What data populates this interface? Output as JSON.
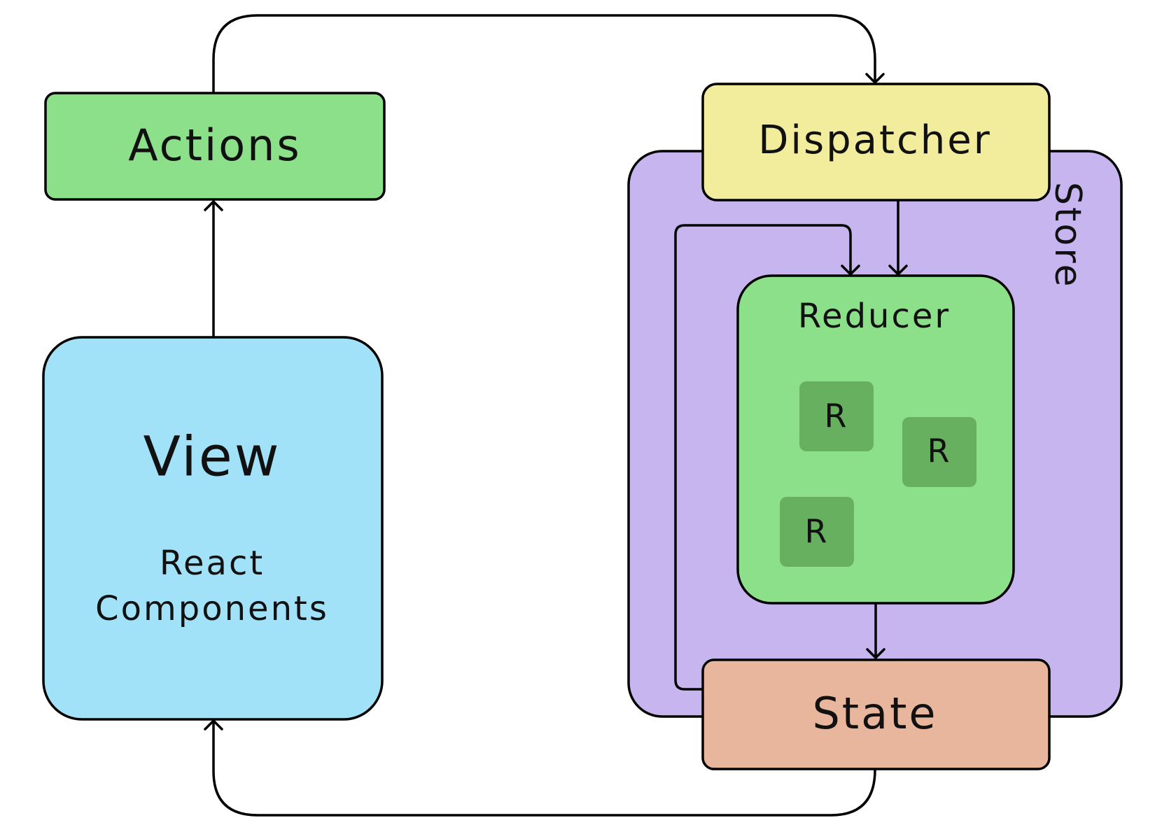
{
  "nodes": {
    "actions": {
      "label": "Actions",
      "color": "#8ce08a"
    },
    "view": {
      "title": "View",
      "subtitle_line1": "React",
      "subtitle_line2": "Components",
      "color": "#a2e2f9"
    },
    "store": {
      "label": "Store",
      "color": "#c7b5f0"
    },
    "dispatcher": {
      "label": "Dispatcher",
      "color": "#f2ed9c"
    },
    "reducer": {
      "label": "Reducer",
      "color": "#8ce08a"
    },
    "sub_reducers": [
      {
        "label": "R",
        "color": "#67b060"
      },
      {
        "label": "R",
        "color": "#67b060"
      },
      {
        "label": "R",
        "color": "#67b060"
      }
    ],
    "state": {
      "label": "State",
      "color": "#e8b69c"
    }
  }
}
